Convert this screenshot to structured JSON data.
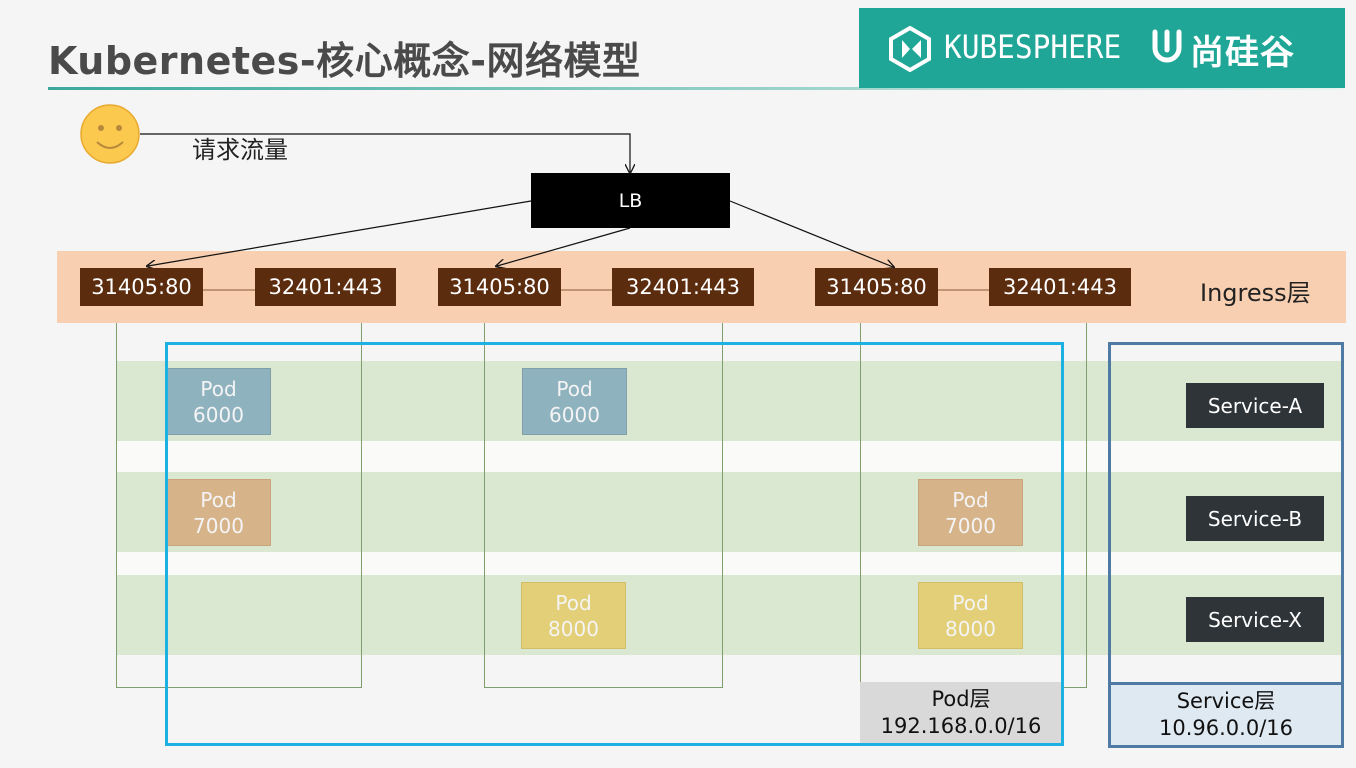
{
  "title": "Kubernetes-核心概念-网络模型",
  "brand": {
    "kubesphere": "KUBESPHERE",
    "atguigu": "尚硅谷",
    "banner_color": "#1fa697"
  },
  "request": {
    "label": "请求流量",
    "icon": "smiley-face-icon"
  },
  "lb": {
    "label": "LB"
  },
  "ingress": {
    "label": "Ingress层",
    "ports": [
      "31405:80",
      "32401:443",
      "31405:80",
      "32401:443",
      "31405:80",
      "32401:443"
    ],
    "band_color": "#f8cfb0",
    "port_color": "#5b2c0e"
  },
  "pods": [
    {
      "name": "Pod",
      "port": "6000",
      "color": "#8fb2bf"
    },
    {
      "name": "Pod",
      "port": "6000",
      "color": "#8fb2bf"
    },
    {
      "name": "Pod",
      "port": "7000",
      "color": "#d7b38a"
    },
    {
      "name": "Pod",
      "port": "7000",
      "color": "#d7b38a"
    },
    {
      "name": "Pod",
      "port": "8000",
      "color": "#e2cf77"
    },
    {
      "name": "Pod",
      "port": "8000",
      "color": "#e2cf77"
    }
  ],
  "services": [
    "Service-A",
    "Service-B",
    "Service-X"
  ],
  "pod_layer": {
    "label": "Pod层",
    "cidr": "192.168.0.0/16",
    "frame_color": "#1db0e3"
  },
  "service_layer": {
    "label": "Service层",
    "cidr": "10.96.0.0/16",
    "frame_color": "#4e7aa3"
  }
}
